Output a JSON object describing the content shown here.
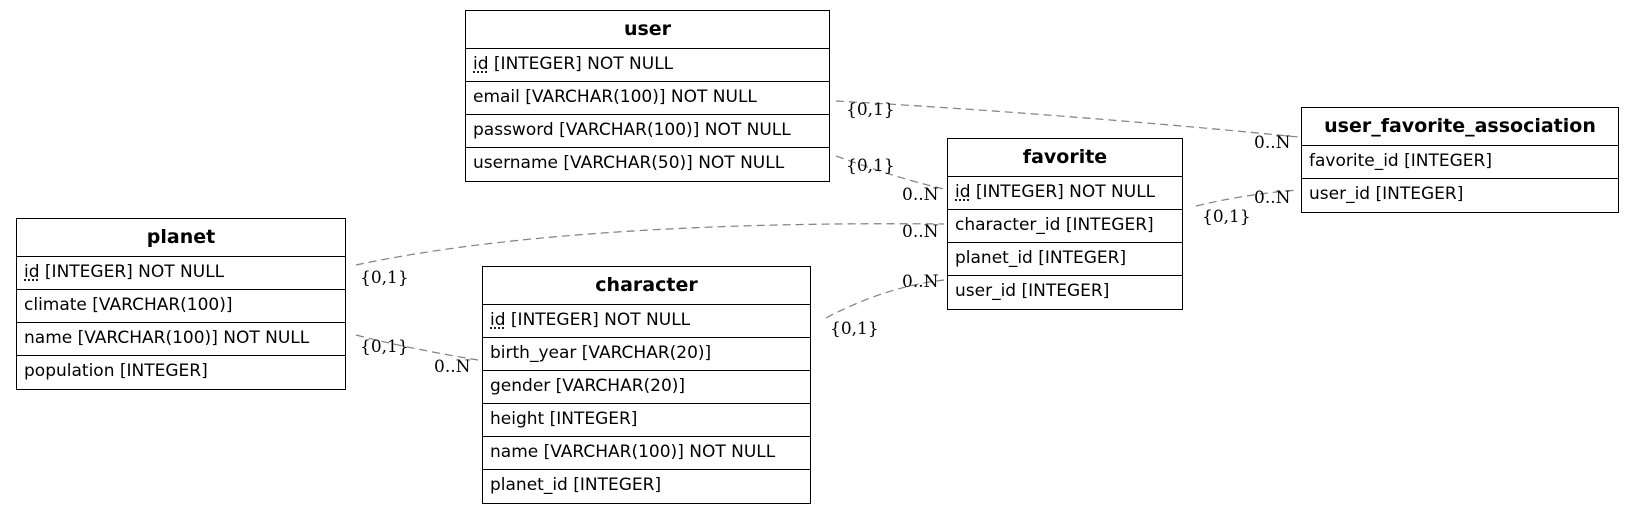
{
  "entities": {
    "user": {
      "title": "user",
      "rows": [
        {
          "pk": "id",
          "rest": " [INTEGER] NOT NULL"
        },
        {
          "text": "email [VARCHAR(100)] NOT NULL"
        },
        {
          "text": "password [VARCHAR(100)] NOT NULL"
        },
        {
          "text": "username [VARCHAR(50)] NOT NULL"
        }
      ]
    },
    "favorite": {
      "title": "favorite",
      "rows": [
        {
          "pk": "id",
          "rest": " [INTEGER] NOT NULL"
        },
        {
          "text": "character_id [INTEGER]"
        },
        {
          "text": "planet_id [INTEGER]"
        },
        {
          "text": "user_id [INTEGER]"
        }
      ]
    },
    "user_favorite_association": {
      "title": "user_favorite_association",
      "rows": [
        {
          "text": "favorite_id [INTEGER]"
        },
        {
          "text": "user_id [INTEGER]"
        }
      ]
    },
    "planet": {
      "title": "planet",
      "rows": [
        {
          "pk": "id",
          "rest": " [INTEGER] NOT NULL"
        },
        {
          "text": "climate [VARCHAR(100)]"
        },
        {
          "text": "name [VARCHAR(100)] NOT NULL"
        },
        {
          "text": "population [INTEGER]"
        }
      ]
    },
    "character": {
      "title": "character",
      "rows": [
        {
          "pk": "id",
          "rest": " [INTEGER] NOT NULL"
        },
        {
          "text": "birth_year [VARCHAR(20)]"
        },
        {
          "text": "gender [VARCHAR(20)]"
        },
        {
          "text": "height [INTEGER]"
        },
        {
          "text": "name [VARCHAR(100)] NOT NULL"
        },
        {
          "text": "planet_id [INTEGER]"
        }
      ]
    }
  },
  "relationships": [
    {
      "from": "user",
      "to": "user_favorite_association",
      "from_card": "{0,1}",
      "to_card": "0..N"
    },
    {
      "from": "user",
      "to": "favorite",
      "from_card": "{0,1}",
      "to_card": "0..N"
    },
    {
      "from": "favorite",
      "to": "user_favorite_association",
      "from_card": "{0,1}",
      "to_card": "0..N"
    },
    {
      "from": "planet",
      "to": "favorite",
      "from_card": "{0,1}",
      "to_card": "0..N"
    },
    {
      "from": "character",
      "to": "favorite",
      "from_card": "{0,1}",
      "to_card": "0..N"
    },
    {
      "from": "planet",
      "to": "character",
      "from_card": "{0,1}",
      "to_card": "0..N"
    }
  ],
  "colors": {
    "edge": "#808080",
    "border": "#000000",
    "background": "#ffffff"
  }
}
